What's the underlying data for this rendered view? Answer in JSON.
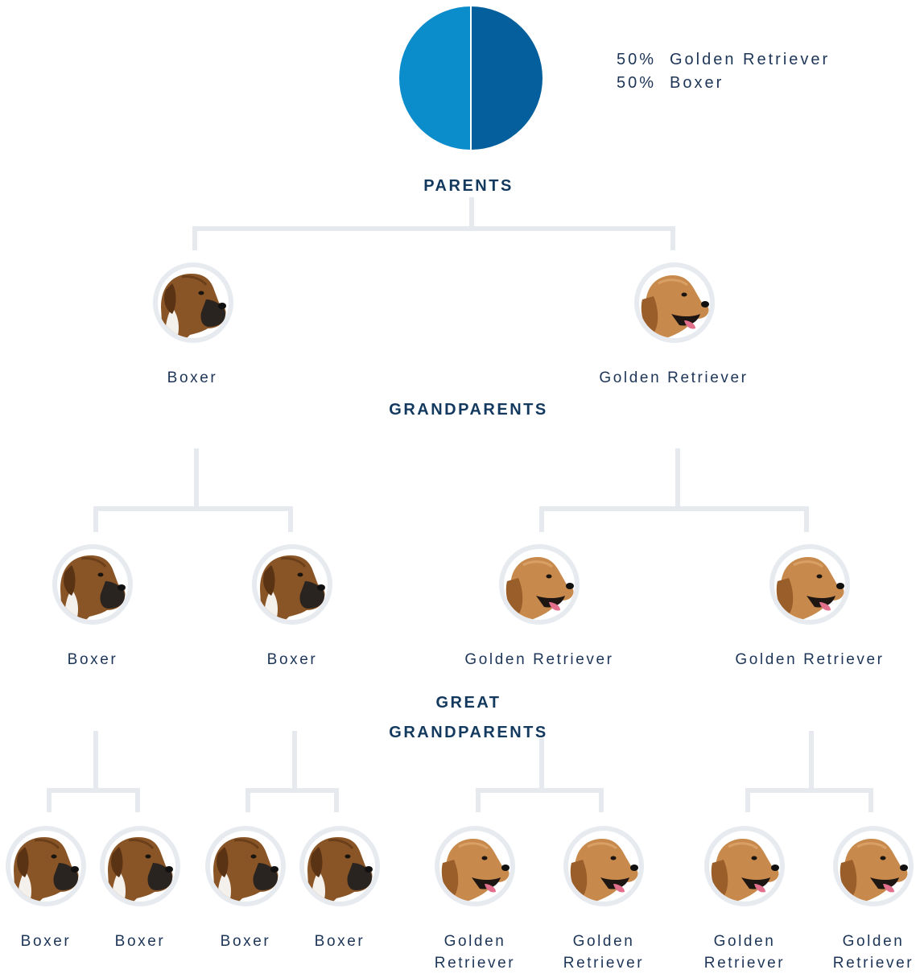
{
  "composition": {
    "slices": [
      {
        "breed": "Golden Retriever",
        "percent": 50,
        "color": "#0b8ccb"
      },
      {
        "breed": "Boxer",
        "percent": 50,
        "color": "#045f9c"
      }
    ],
    "legend": [
      {
        "pct": "50%",
        "breed": "Golden Retriever"
      },
      {
        "pct": "50%",
        "breed": "Boxer"
      }
    ]
  },
  "generations": {
    "parents": "PARENTS",
    "grandparents": "GRANDPARENTS",
    "great_line1": "GREAT",
    "great_line2": "GRANDPARENTS"
  },
  "parents": [
    {
      "name": "Boxer",
      "icon": "boxer-dog-icon"
    },
    {
      "name": "Golden Retriever",
      "icon": "golden-retriever-dog-icon"
    }
  ],
  "grandparents": [
    {
      "name": "Boxer",
      "icon": "boxer-dog-icon"
    },
    {
      "name": "Boxer",
      "icon": "boxer-dog-icon"
    },
    {
      "name": "Golden Retriever",
      "icon": "golden-retriever-dog-icon"
    },
    {
      "name": "Golden Retriever",
      "icon": "golden-retriever-dog-icon"
    }
  ],
  "great_grandparents": [
    {
      "name": "Boxer",
      "icon": "boxer-dog-icon"
    },
    {
      "name": "Boxer",
      "icon": "boxer-dog-icon"
    },
    {
      "name": "Boxer",
      "icon": "boxer-dog-icon"
    },
    {
      "name": "Boxer",
      "icon": "boxer-dog-icon"
    },
    {
      "name": "Golden Retriever",
      "icon": "golden-retriever-dog-icon"
    },
    {
      "name": "Golden Retriever",
      "icon": "golden-retriever-dog-icon"
    },
    {
      "name": "Golden Retriever",
      "icon": "golden-retriever-dog-icon"
    },
    {
      "name": "Golden Retriever",
      "icon": "golden-retriever-dog-icon"
    }
  ],
  "colors": {
    "connector": "#e6eaef",
    "title": "#13395e",
    "text": "#1d3557"
  }
}
